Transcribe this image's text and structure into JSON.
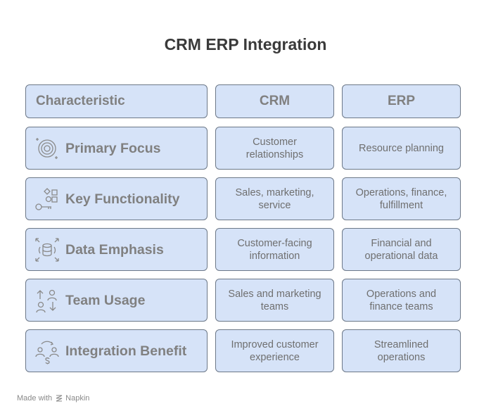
{
  "title": "CRM ERP Integration",
  "headers": {
    "characteristic": "Characteristic",
    "crm": "CRM",
    "erp": "ERP"
  },
  "rows": [
    {
      "label": "Primary Focus",
      "icon": "target-icon",
      "crm": "Customer relationships",
      "erp": "Resource planning"
    },
    {
      "label": "Key Functionality",
      "icon": "shapes-key-icon",
      "crm": "Sales, marketing, service",
      "erp": "Operations, finance, fulfillment"
    },
    {
      "label": "Data Emphasis",
      "icon": "database-expand-icon",
      "crm": "Customer-facing information",
      "erp": "Financial and operational data"
    },
    {
      "label": "Team Usage",
      "icon": "users-transfer-icon",
      "crm": "Sales and marketing teams",
      "erp": "Operations and finance teams"
    },
    {
      "label": "Integration Benefit",
      "icon": "integration-cycle-icon",
      "crm": "Improved customer experience",
      "erp": "Streamlined operations"
    }
  ],
  "footer": {
    "prefix": "Made with",
    "brand": "Napkin"
  },
  "colors": {
    "cell_fill": "#d6e3f8",
    "cell_border": "#6c7888",
    "title": "#3a3a3a",
    "text": "#6f6f6f"
  }
}
